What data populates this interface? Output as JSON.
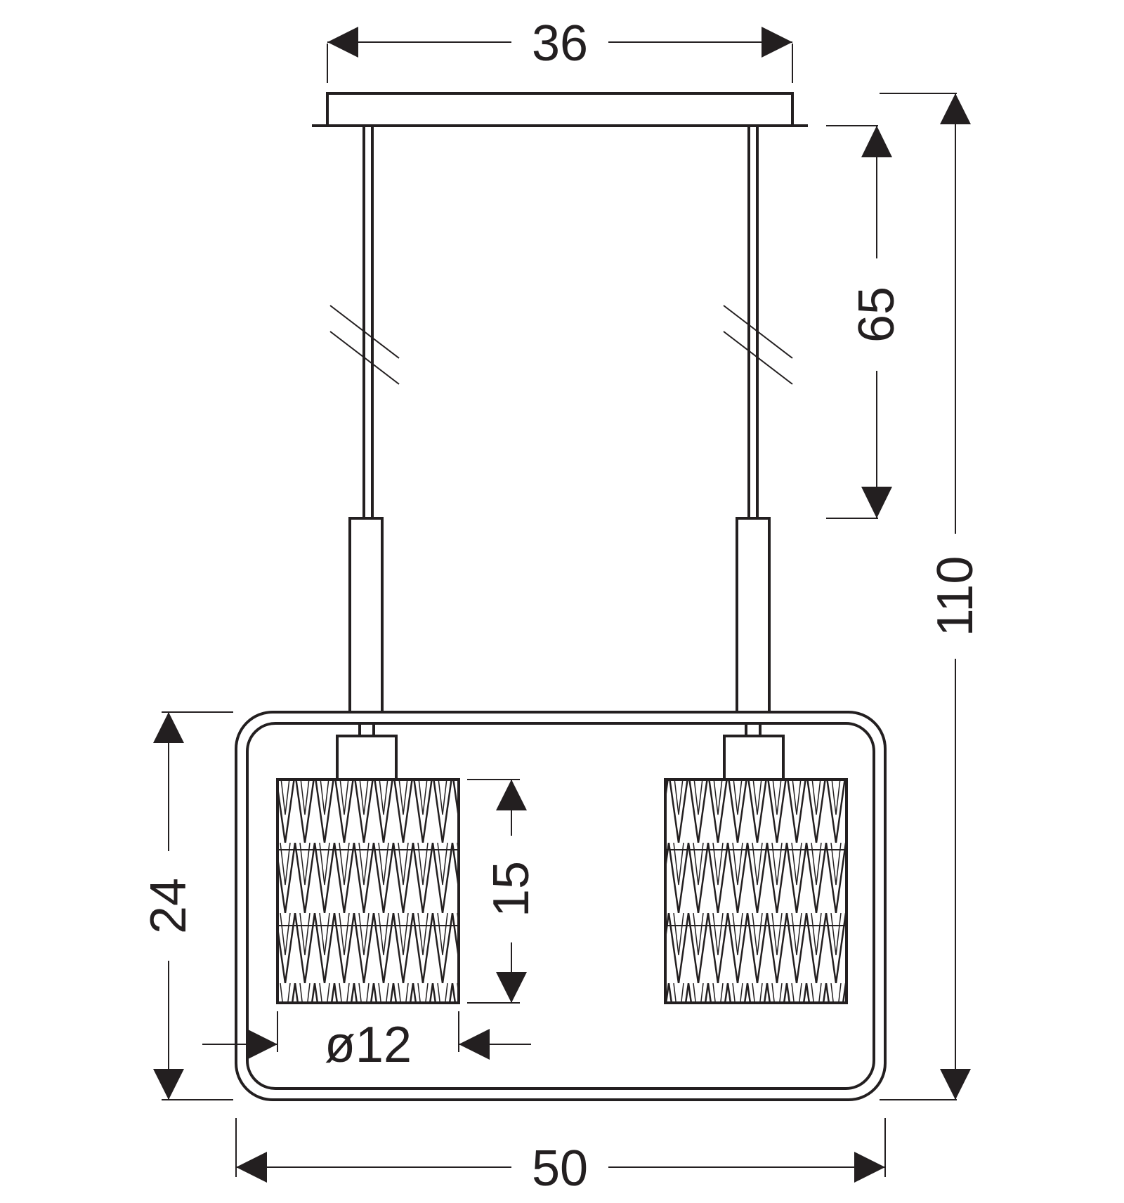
{
  "dimensions": {
    "canopy_width": "36",
    "cable_length": "65",
    "total_height": "110",
    "frame_height": "24",
    "shade_height": "15",
    "shade_diameter": "ø12",
    "frame_width": "50"
  },
  "colors": {
    "ink": "#231f20",
    "background": "#ffffff"
  }
}
